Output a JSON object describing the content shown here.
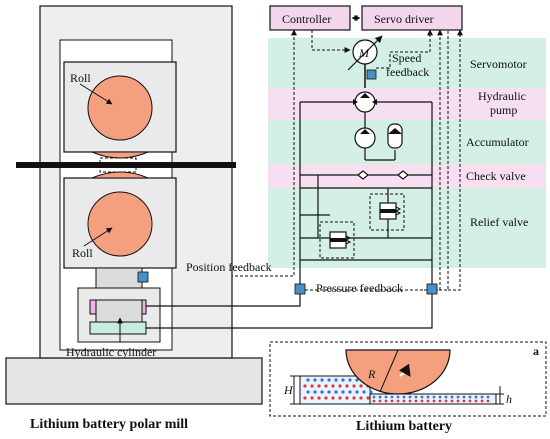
{
  "labels": {
    "controller": "Controller",
    "servo_driver": "Servo driver",
    "speed_feedback_line1": "Speed",
    "speed_feedback_line2": "feedback",
    "motor_symbol": "M",
    "roll_top": "Roll",
    "roll_bottom": "Roll",
    "hydraulic_cylinder": "Hydraulic cylinder",
    "position_feedback": "Position feedback",
    "pressure_feedback": "Pressure feedback",
    "inset_tag": "a",
    "dim_H": "H",
    "dim_R": "R",
    "dim_h": "h"
  },
  "bands": [
    {
      "label_line1": "Servomotor",
      "label_line2": "",
      "color": "#d4efe6"
    },
    {
      "label_line1": "Hydraulic",
      "label_line2": "pump",
      "color": "#f6dff0"
    },
    {
      "label_line1": "Accumulator",
      "label_line2": "",
      "color": "#d4efe6"
    },
    {
      "label_line1": "Check valve",
      "label_line2": "",
      "color": "#f6dff0"
    },
    {
      "label_line1": "Relief valve",
      "label_line2": "",
      "color": "#d4efe6"
    }
  ],
  "captions": {
    "mill": "Lithium battery polar mill",
    "battery": "Lithium battery"
  },
  "colors": {
    "roll": "#f4a07e",
    "frame": "#e6e6e6",
    "controller_box": "#f2d6ee",
    "sensor": "#4a90c8",
    "cylinder_top": "#f0b0e8",
    "cylinder_bottom": "#c9ecdf",
    "particle_red": "#e03a3a",
    "particle_blue": "#3a70d8"
  }
}
